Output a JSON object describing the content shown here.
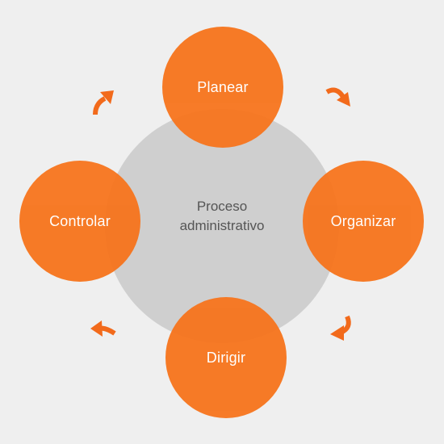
{
  "diagram": {
    "center": {
      "line1": "Proceso",
      "line2": "administrativo"
    },
    "stages": [
      {
        "label": "Planear"
      },
      {
        "label": "Organizar"
      },
      {
        "label": "Dirigir"
      },
      {
        "label": "Controlar"
      }
    ],
    "colors": {
      "background": "#efefef",
      "center_circle": "#cfcfcf",
      "stage_circle": "#f7741c",
      "arrow": "#f26a1b",
      "stage_text": "#ffffff",
      "center_text": "#555555"
    },
    "cycle_arrows": [
      "curved-arrow-icon",
      "curved-arrow-icon",
      "curved-arrow-icon",
      "curved-arrow-icon"
    ]
  }
}
